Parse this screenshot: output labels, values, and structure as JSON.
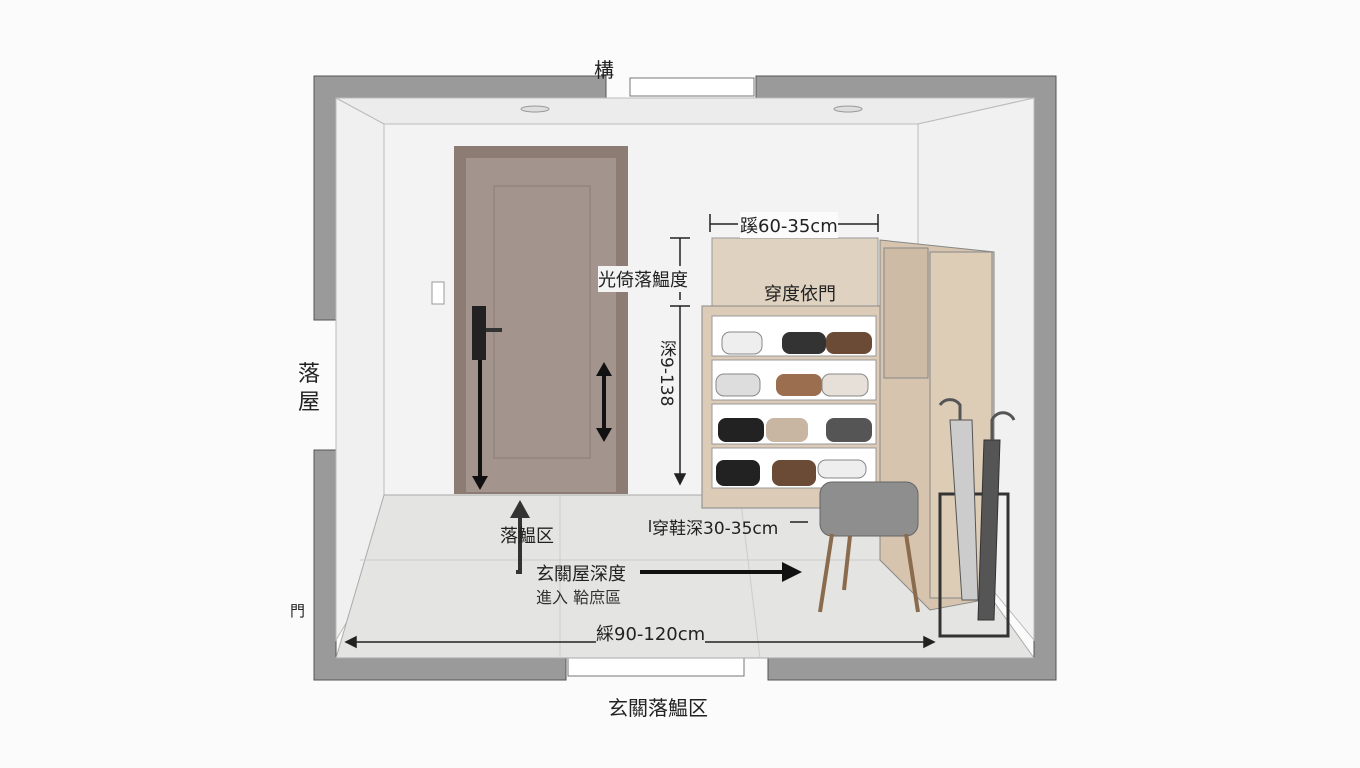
{
  "labels": {
    "top": "構",
    "left_1": "落",
    "left_2": "屋",
    "left_small": "門",
    "cabinet_width": "蹊60-35cm",
    "height_label": "光倚落鰛度",
    "cabinet_top": "穿度依門",
    "vertical_dim": "深9-138",
    "zone": "落鰛区",
    "shoe_depth": "穿鞋深30-35cm",
    "entry_depth": "玄關屋深度",
    "entry_sub": "進入 鞈庶區",
    "width_dim": "綵90-120cm",
    "caption": "玄關落鰛区"
  },
  "colors": {
    "wall": "#8e8e8e",
    "door": "#8c7c74",
    "wood": "#dccbb6",
    "floor": "#e4e4e2"
  }
}
